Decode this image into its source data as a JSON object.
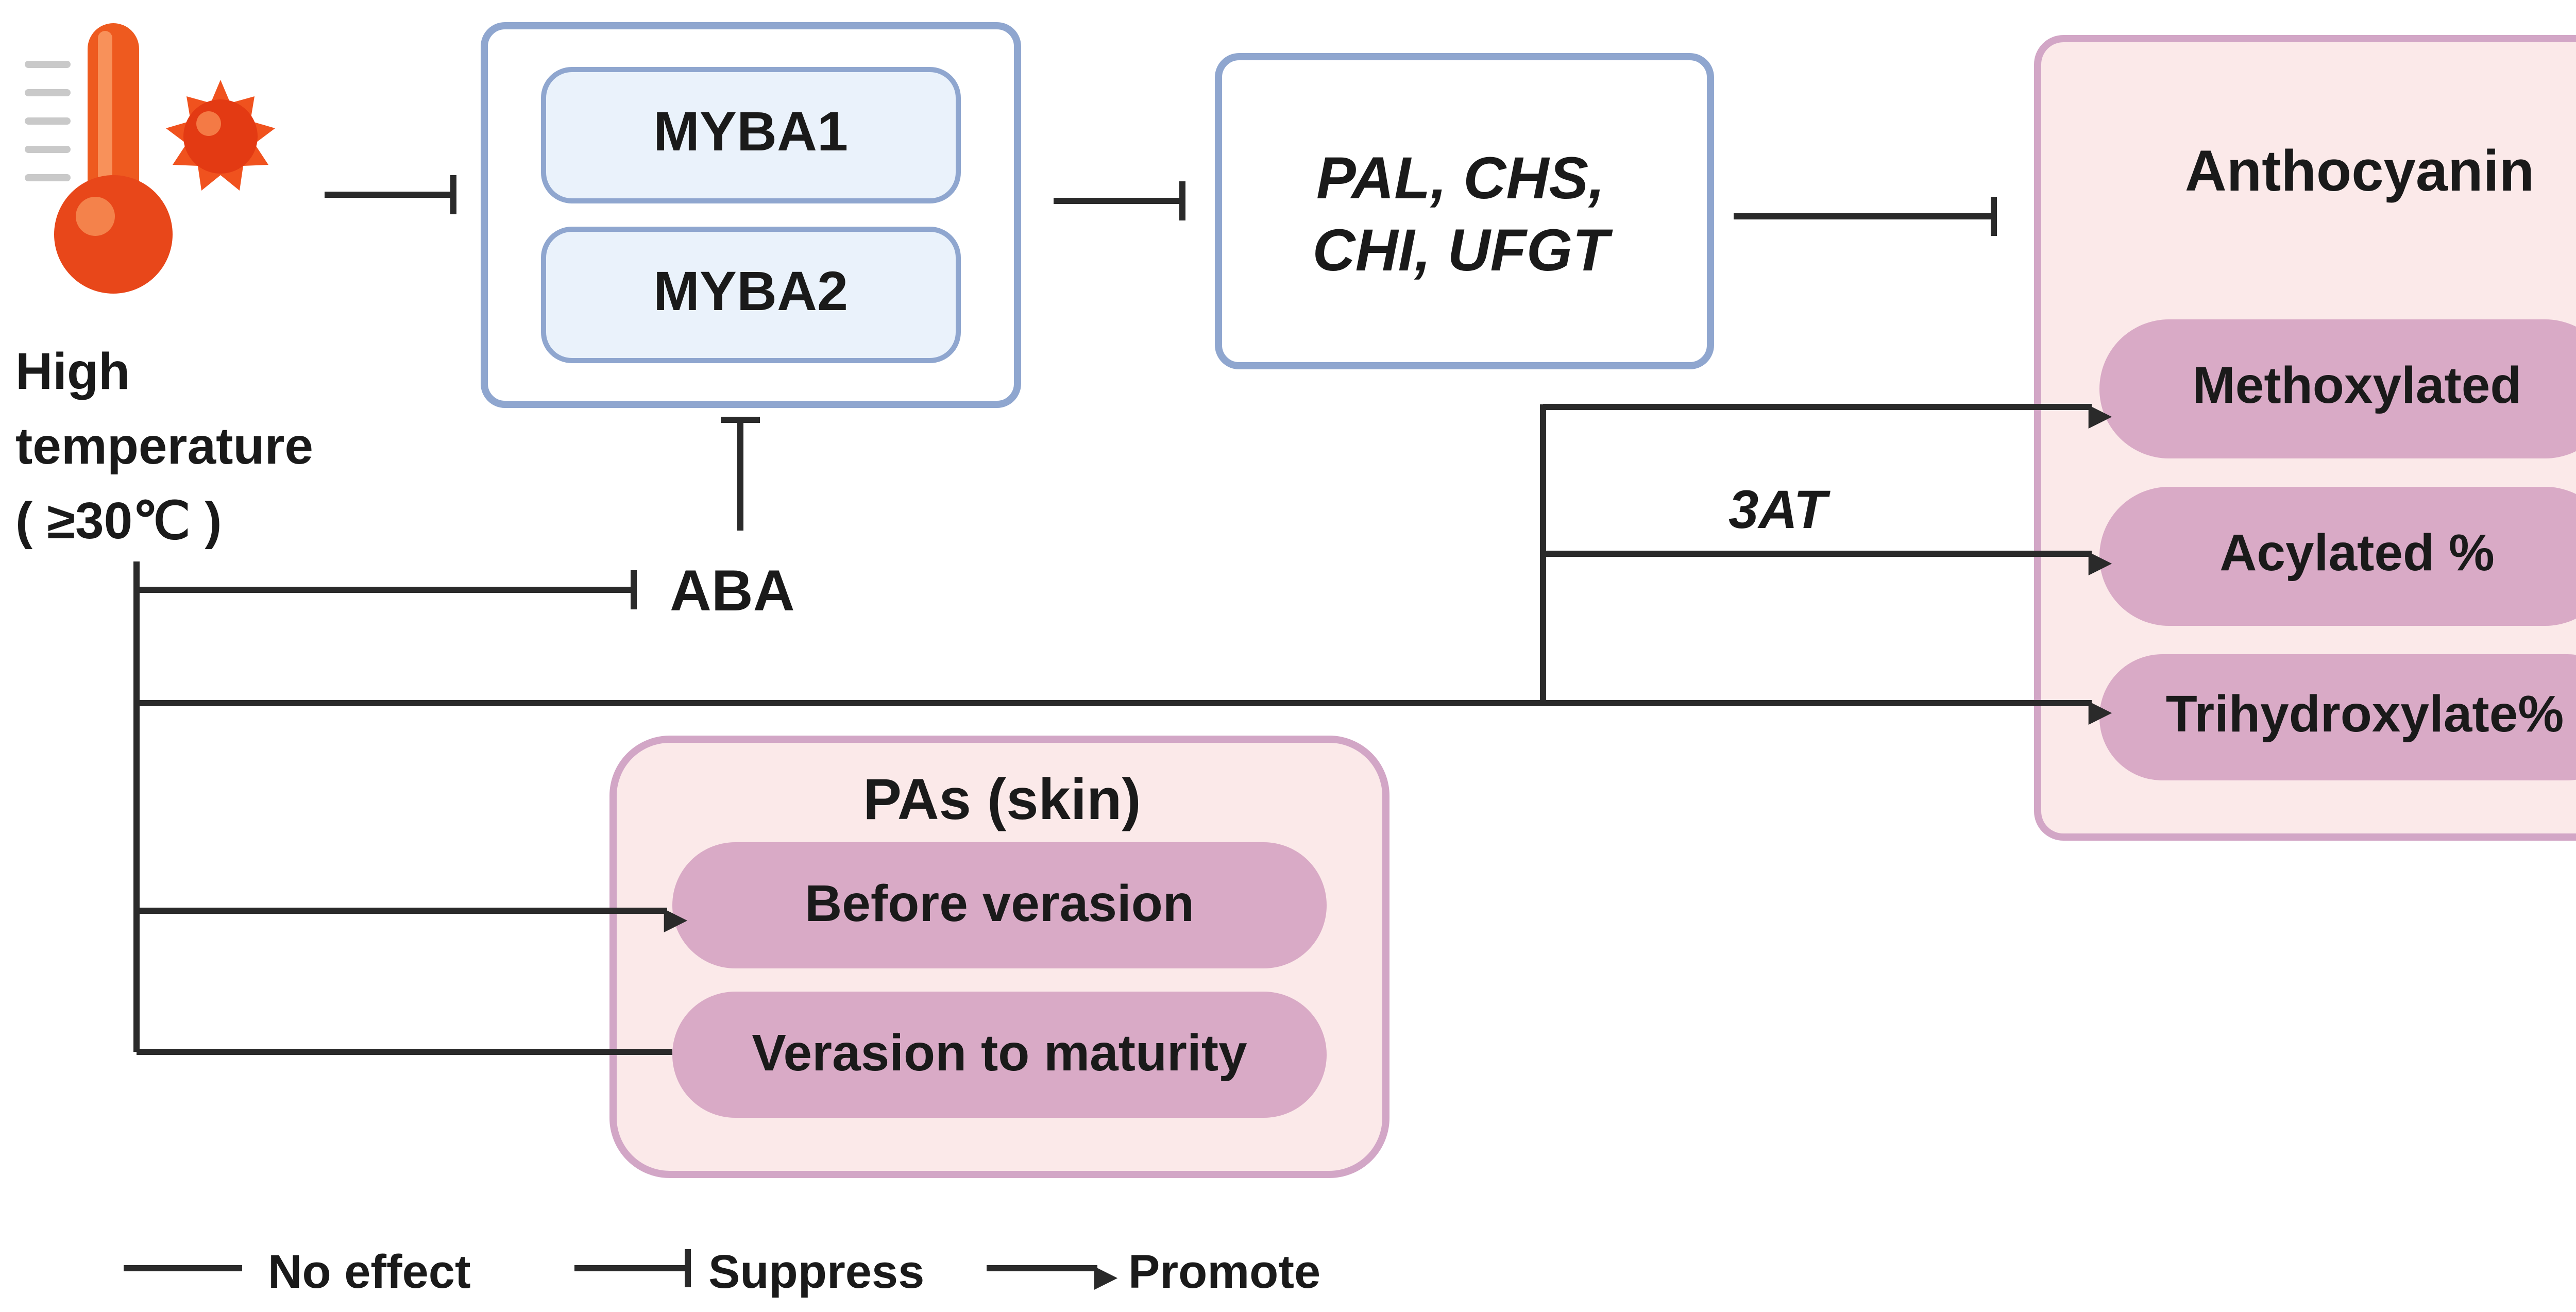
{
  "stimulus": {
    "line1": "High",
    "line2": "temperature",
    "line3": "( ≥30℃ )",
    "icons": [
      "thermometer-icon",
      "sun-icon"
    ],
    "colors": {
      "thermometer": "#e8471a",
      "sun": "#f0521e"
    }
  },
  "regulators": {
    "myba1": "MYBA1",
    "myba2": "MYBA2"
  },
  "genes": {
    "line1": "PAL, CHS,",
    "line2": "CHI, UFGT"
  },
  "aba": "ABA",
  "enzyme_3at": "3AT",
  "anthocyanin": {
    "title": "Anthocyanin",
    "items": [
      "Methoxylated",
      "Acylated %",
      "Trihydroxylate%"
    ]
  },
  "pas": {
    "title": "PAs  (skin)",
    "items": [
      "Before verasion",
      "Verasion to maturity"
    ]
  },
  "legend": {
    "no_effect": "No effect",
    "suppress": "Suppress",
    "promote": "Promote"
  },
  "colors": {
    "blue_border": "#8fa6cf",
    "blue_fill": "#eaf2fb",
    "pink_border": "#d2a6c6",
    "pink_fill": "#fbe9e9",
    "pill_fill": "#d9aac6",
    "line": "#2a2a2a"
  }
}
